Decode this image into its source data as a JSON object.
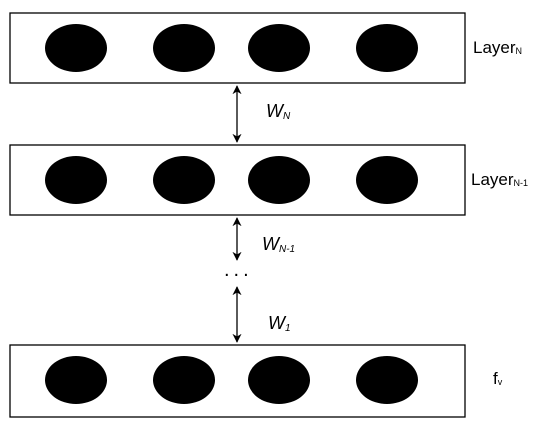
{
  "layers": [
    {
      "label_main": "Layer",
      "label_sub": "N",
      "nodes": 4
    },
    {
      "label_main": "Layer",
      "label_sub": "N-1",
      "nodes": 4
    },
    {
      "label_main": "f",
      "label_sub": "v",
      "nodes": 4
    }
  ],
  "weights": [
    {
      "main": "W",
      "sub": "N"
    },
    {
      "main": "W",
      "sub": "N-1"
    },
    {
      "main": "W",
      "sub": "1"
    }
  ],
  "ellipsis": "...",
  "colors": {
    "node": "#000000",
    "stroke": "#000000",
    "box_fill": "#ffffff"
  }
}
